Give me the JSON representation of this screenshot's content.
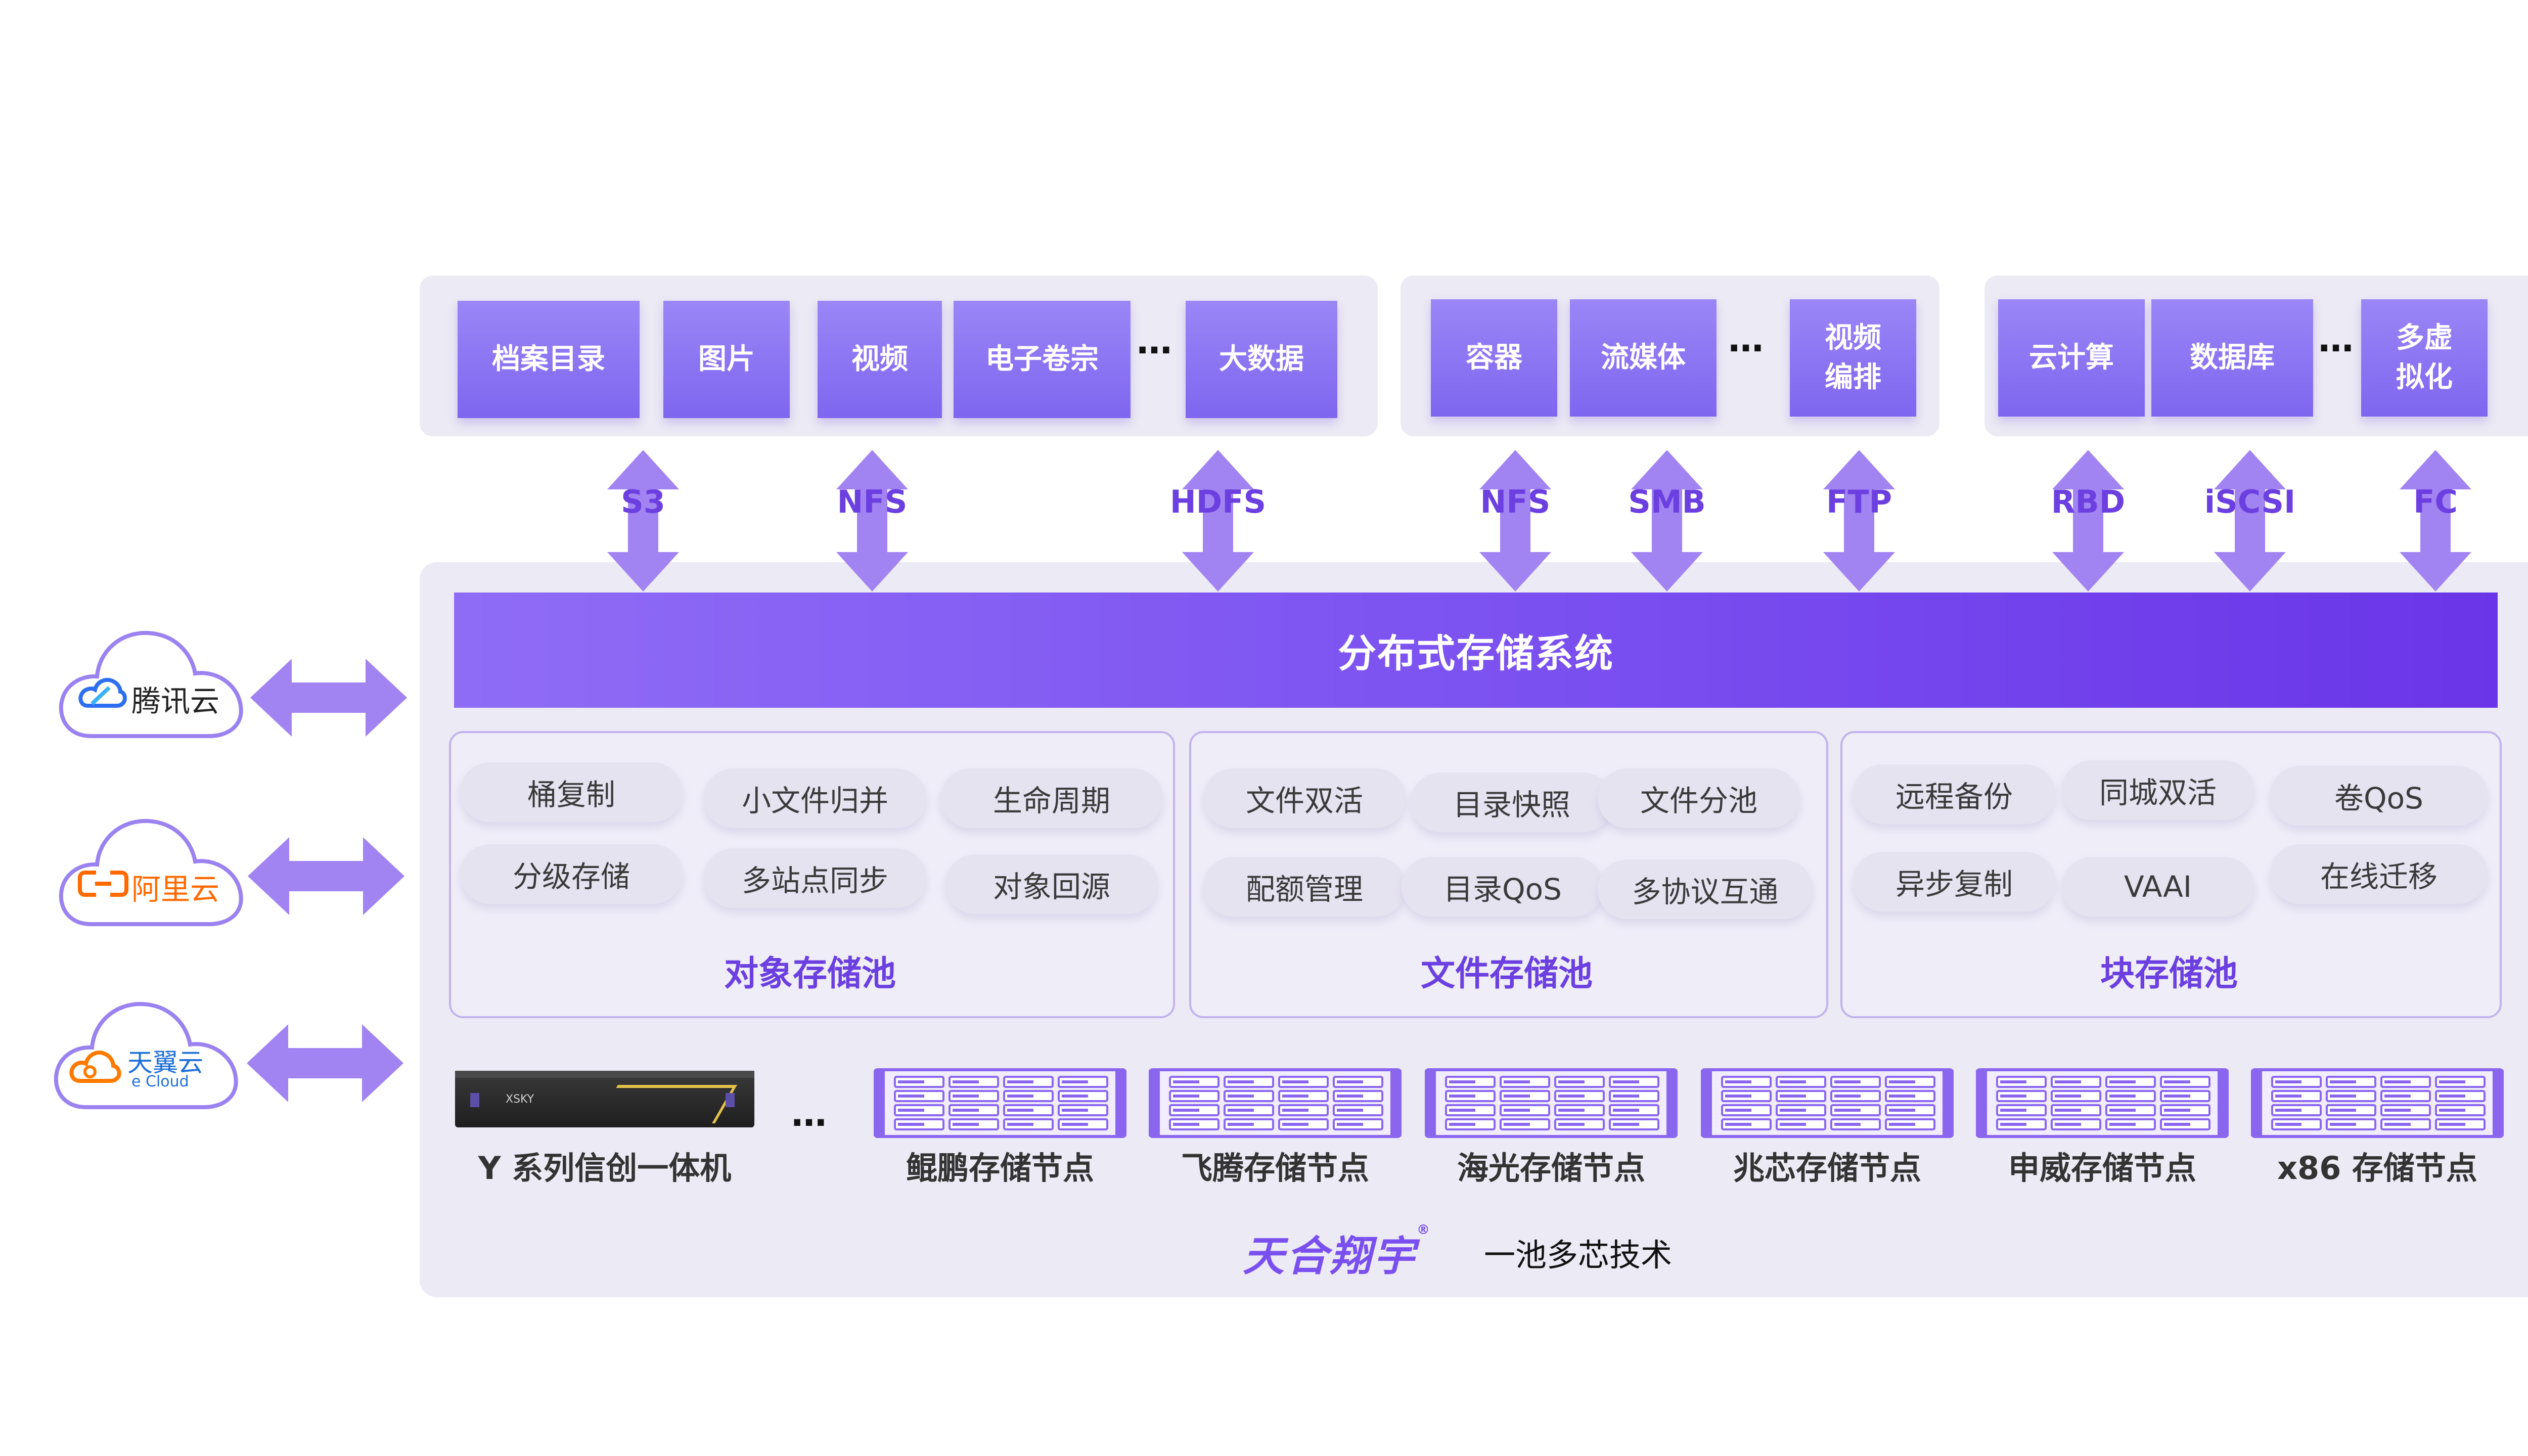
{
  "top_groups": [
    {
      "name": "object-apps",
      "tiles": [
        "档案目录",
        "图片",
        "视频",
        "电子卷宗",
        "大数据"
      ],
      "ellipsis": "…"
    },
    {
      "name": "file-apps",
      "tiles": [
        "容器",
        "流媒体",
        "视频\n编排"
      ],
      "ellipsis": "…"
    },
    {
      "name": "block-apps",
      "tiles": [
        "云计算",
        "数据库",
        "多虚\n拟化"
      ],
      "ellipsis": "…"
    }
  ],
  "protocols": [
    "S3",
    "NFS",
    "HDFS",
    "NFS",
    "SMB",
    "FTP",
    "RBD",
    "iSCSI",
    "FC"
  ],
  "core_system": "分布式存储系统",
  "pools": [
    {
      "title": "对象存储池",
      "features": [
        "桶复制",
        "小文件归并",
        "生命周期",
        "分级存储",
        "多站点同步",
        "对象回源"
      ]
    },
    {
      "title": "文件存储池",
      "features": [
        "文件双活",
        "目录快照",
        "文件分池",
        "配额管理",
        "目录QoS",
        "多协议互通"
      ]
    },
    {
      "title": "块存储池",
      "features": [
        "远程备份",
        "同城双活",
        "卷QoS",
        "异步复制",
        "VAAI",
        "在线迁移"
      ]
    }
  ],
  "clouds": [
    {
      "name": "腾讯云",
      "color": "#2e6ff2",
      "icon": "tencent-cloud-logo"
    },
    {
      "name": "阿里云",
      "color": "#ff6a00",
      "icon": "aliyun-logo"
    },
    {
      "name": "天翼云",
      "sub": "e Cloud",
      "color": "#1e6fd9",
      "icon": "ctyun-logo"
    }
  ],
  "hardware": {
    "appliance": "Y 系列信创一体机",
    "appliance_brand": "XSKY",
    "ellipsis": "…",
    "nodes": [
      "鲲鹏存储节点",
      "飞腾存储节点",
      "海光存储节点",
      "兆芯存储节点",
      "申威存储节点",
      "x86 存储节点"
    ]
  },
  "footer": {
    "brand": "天合翔宇",
    "brand_mark": "®",
    "slogan": "一池多芯技术"
  },
  "colors": {
    "accent": "#6b3fe0",
    "tile": "#8c73f3",
    "panel": "#eceaf4",
    "arrow": "#a283f2"
  }
}
